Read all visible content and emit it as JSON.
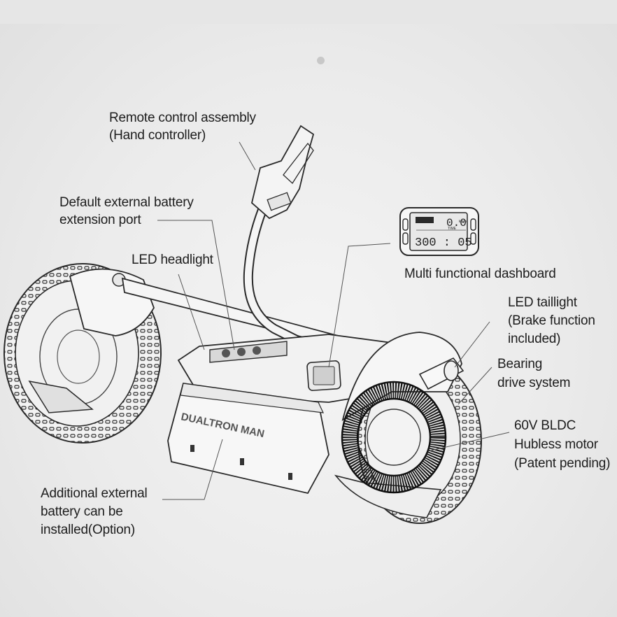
{
  "labels": {
    "remote_control": "Remote control assembly\n (Hand controller)",
    "battery_port": "Default external battery\nextension port",
    "led_headlight": "LED headlight",
    "dashboard": "Multi functional dashboard",
    "led_taillight": "LED taillight\n (Brake function\nincluded)",
    "bearing": "Bearing\ndrive system",
    "motor": "60V BLDC\nHubless motor\n (Patent pending)",
    "additional_battery": "Additional external\nbattery can be\ninstalled(Option)"
  },
  "dashboard_display": {
    "speed": "0.0",
    "unit": "km/h",
    "time_label": "TIME",
    "time": "300 : 05"
  },
  "brand_text": "DUALTRON MAN",
  "colors": {
    "background": "#ebebeb",
    "line": "#2a2a2a",
    "leader": "#555555"
  }
}
